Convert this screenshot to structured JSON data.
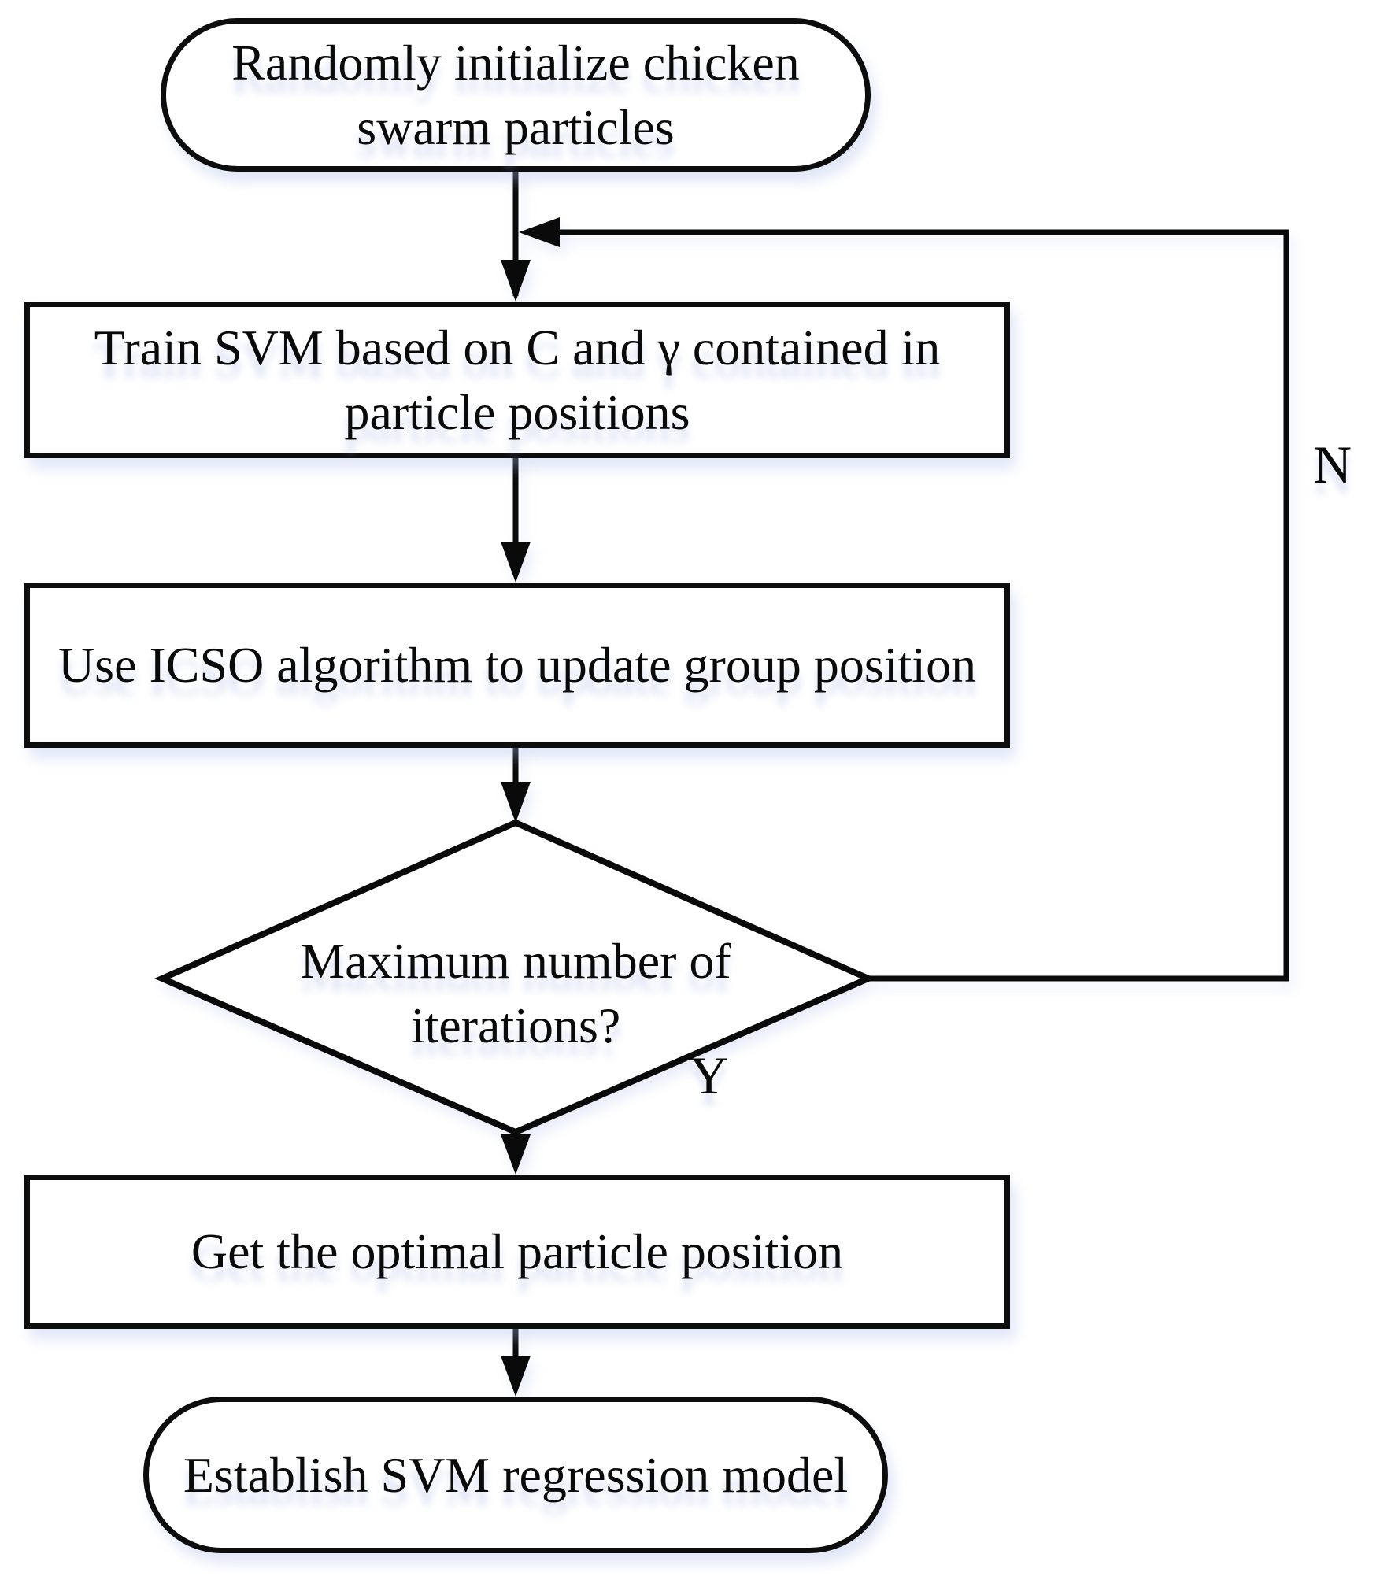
{
  "diagram": {
    "type": "flowchart",
    "title": "ICSO-SVM algorithm flowchart",
    "colors": {
      "background": "#ffffff",
      "stroke": "#0a0a0a",
      "node_fill": "#ffffff",
      "soft_shadow": "#aab8e0"
    },
    "nodes": [
      {
        "id": "start",
        "shape": "stadium",
        "text": "Randomly initialize chicken\nswarm particles"
      },
      {
        "id": "train",
        "shape": "rect",
        "text": "Train SVM based on C and γ contained in\nparticle positions"
      },
      {
        "id": "update",
        "shape": "rect",
        "text": "Use ICSO algorithm to update group position"
      },
      {
        "id": "decision",
        "shape": "diamond",
        "text": "Maximum number of\niterations?"
      },
      {
        "id": "optimal",
        "shape": "rect",
        "text": "Get the optimal particle position"
      },
      {
        "id": "end",
        "shape": "stadium",
        "text": "Establish SVM regression model"
      }
    ],
    "edges": [
      {
        "from": "start",
        "to": "train",
        "label": ""
      },
      {
        "from": "train",
        "to": "update",
        "label": ""
      },
      {
        "from": "update",
        "to": "decision",
        "label": ""
      },
      {
        "from": "decision",
        "to": "optimal",
        "label": "Y"
      },
      {
        "from": "decision",
        "to": "train",
        "label": "N"
      },
      {
        "from": "optimal",
        "to": "end",
        "label": ""
      }
    ]
  }
}
